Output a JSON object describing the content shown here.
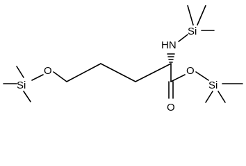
{
  "molecule": {
    "atoms": {
      "si_amine": "Si",
      "nh": "HN",
      "o_ether": "O",
      "si_ether": "Si",
      "o_ester": "O",
      "si_ester": "Si",
      "o_carbonyl": "O"
    }
  }
}
